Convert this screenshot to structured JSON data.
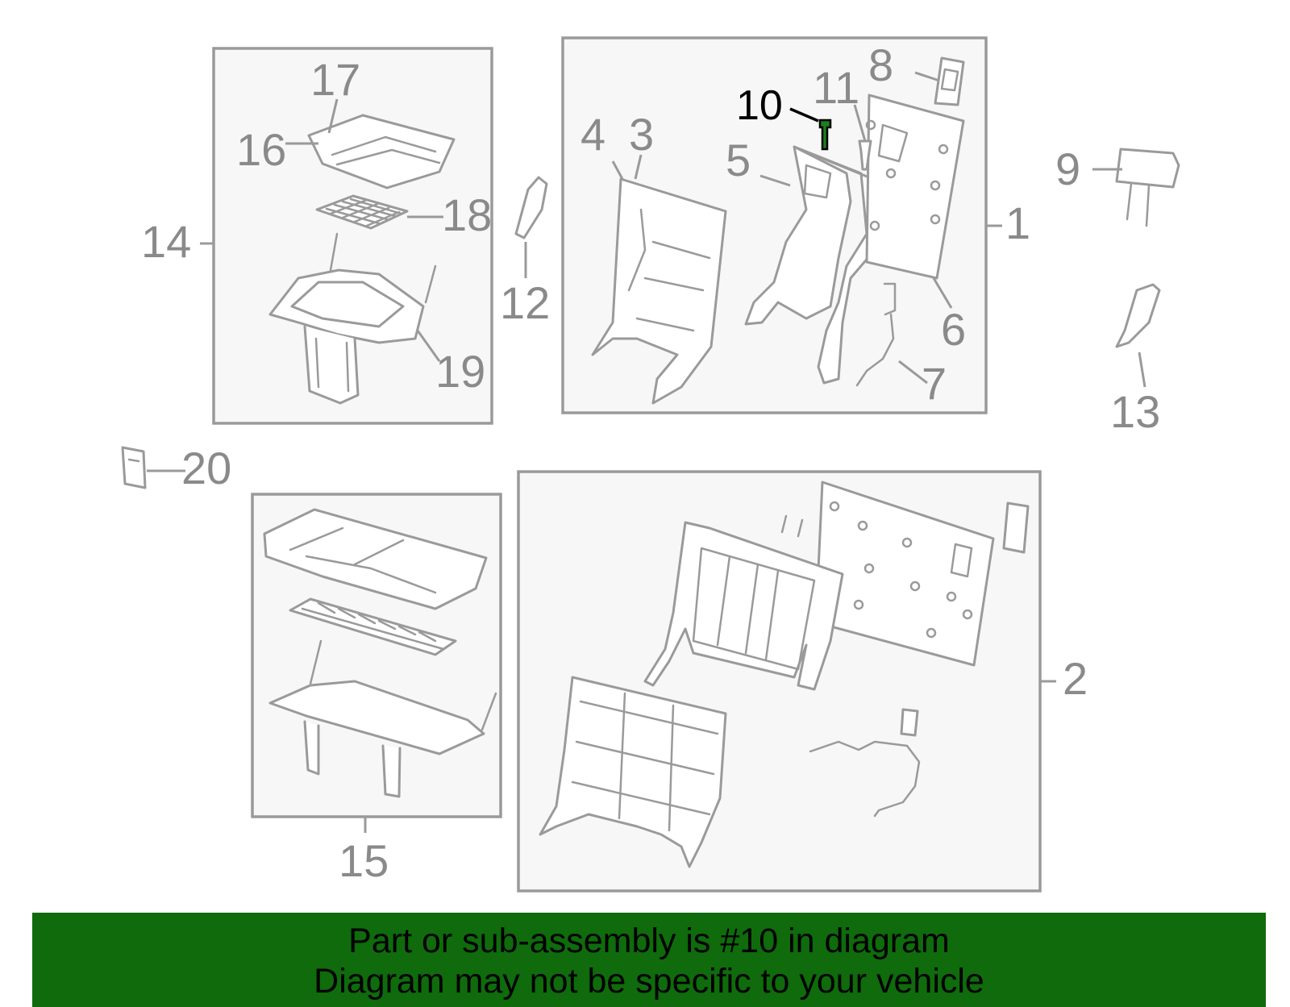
{
  "callouts": {
    "c1": "1",
    "c2": "2",
    "c3": "3",
    "c4": "4",
    "c5": "5",
    "c6": "6",
    "c7": "7",
    "c8": "8",
    "c9": "9",
    "c10": "10",
    "c11": "11",
    "c12": "12",
    "c13": "13",
    "c14": "14",
    "c15": "15",
    "c16": "16",
    "c17": "17",
    "c18": "18",
    "c19": "19",
    "c20": "20"
  },
  "highlighted_part": "10",
  "banner": {
    "line1": "Part or sub-assembly is #10 in diagram",
    "line2": "Diagram may not be specific to your vehicle"
  },
  "colors": {
    "banner_bg": "#0f6b0c",
    "highlight_part": "#1e7d1e",
    "line_gray": "#9a9a9a"
  }
}
